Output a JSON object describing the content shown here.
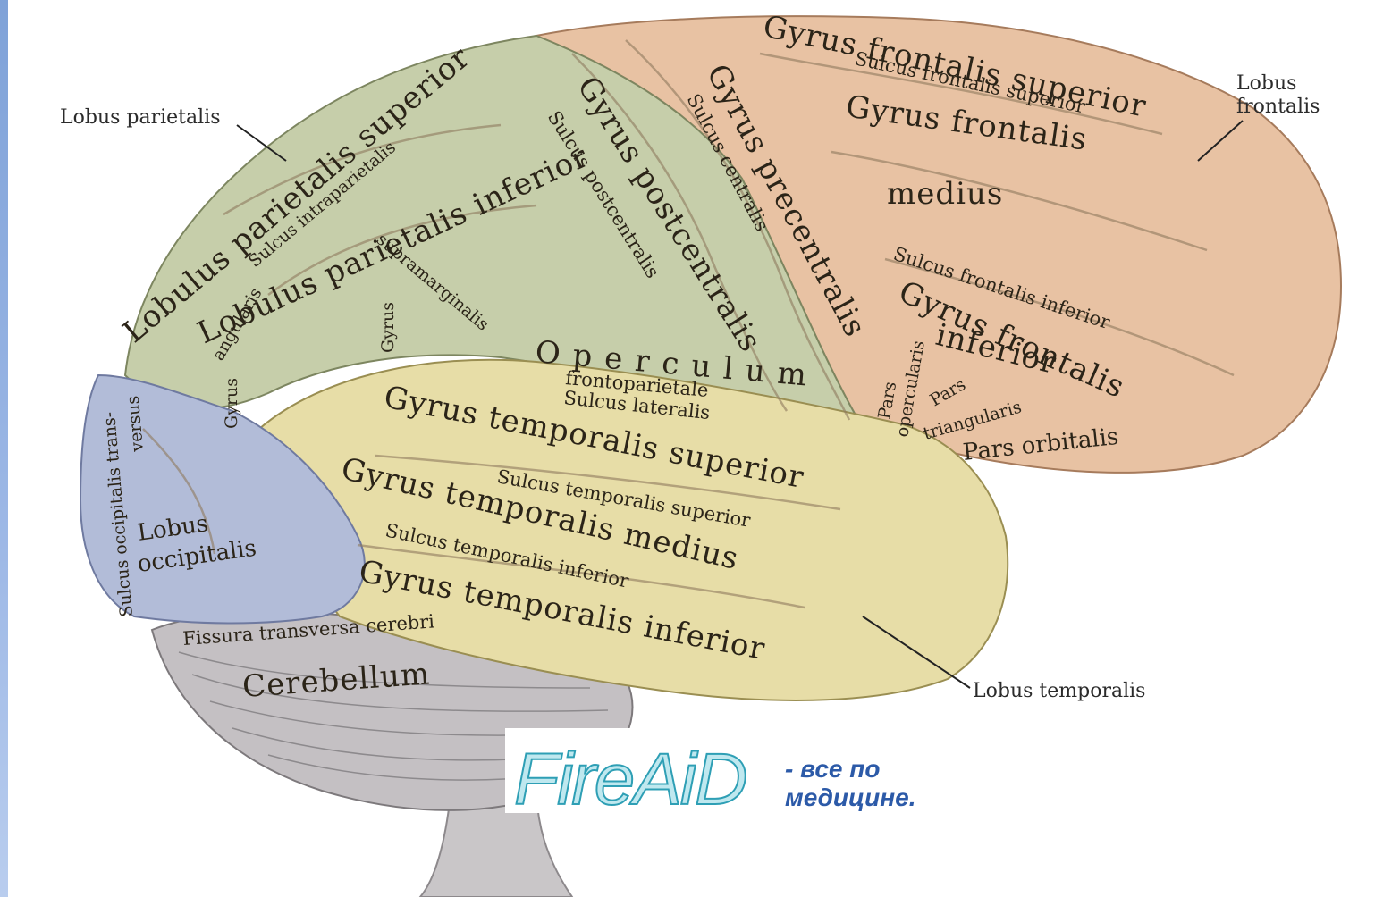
{
  "labels": {
    "lobus_parietalis": "Lobus parietalis",
    "lobus_frontalis_1": "Lobus",
    "lobus_frontalis_2": "frontalis",
    "lobus_temporalis": "Lobus temporalis",
    "gyrus_frontalis_superior": "Gyrus frontalis superior",
    "sulcus_frontalis_superior": "Sulcus frontalis superior",
    "gyrus_frontalis_medius_1": "Gyrus frontalis",
    "gyrus_frontalis_medius_2": "medius",
    "sulcus_frontalis_inferior": "Sulcus frontalis inferior",
    "gyrus_frontalis_inferior_1": "Gyrus frontalis",
    "gyrus_frontalis_inferior_2": "inferior",
    "pars_opercularis_1": "Pars",
    "pars_opercularis_2": "opercularis",
    "pars_triangularis_1": "Pars",
    "pars_triangularis_2": "triangularis",
    "pars_orbitalis": "Pars orbitalis",
    "gyrus_precentralis": "Gyrus precentralis",
    "sulcus_centralis": "Sulcus centralis",
    "gyrus_postcentralis": "Gyrus postcentralis",
    "sulcus_postcentralis": "Sulcus postcentralis",
    "lobulus_parietalis_superior": "Lobulus parietalis superior",
    "sulcus_intraparietalis": "Sulcus intraparietalis",
    "lobulus_parietalis_inferior": "Lobulus parietalis inferior",
    "gyrus_supramarginalis_1": "Gyrus",
    "gyrus_supramarginalis_2": "supramarginalis",
    "gyrus_angularis_1": "Gyrus",
    "gyrus_angularis_2": "angularis",
    "operculum": "Operculum",
    "operculum_sub": "frontoparietale",
    "sulcus_lateralis": "Sulcus lateralis",
    "gyrus_temporalis_superior": "Gyrus temporalis superior",
    "sulcus_temporalis_superior": "Sulcus temporalis superior",
    "gyrus_temporalis_medius": "Gyrus temporalis medius",
    "sulcus_temporalis_inferior": "Sulcus temporalis inferior",
    "gyrus_temporalis_inferior": "Gyrus temporalis inferior",
    "sulcus_occipitalis_1": "Sulcus occipitalis trans-",
    "sulcus_occipitalis_2": "versus",
    "lobus_occipitalis_1": "Lobus",
    "lobus_occipitalis_2": "occipitalis",
    "fissura": "Fissura transversa cerebri",
    "cerebellum": "Cerebellum"
  },
  "watermark": {
    "brand": "FireAiD",
    "tagline_1": "- все по",
    "tagline_2": "медицине."
  },
  "colors": {
    "frontal": "#e8c2a3",
    "parietal": "#c6ceaa",
    "temporal": "#e7dda7",
    "occipital": "#b2bcd8",
    "cerebellum": "#c4c0c3",
    "brand": "#2e9fb5",
    "tagline": "#2c5aa8"
  }
}
